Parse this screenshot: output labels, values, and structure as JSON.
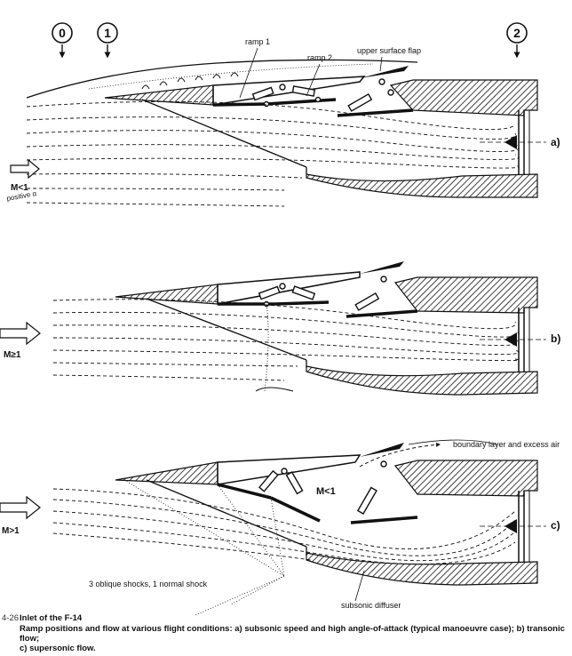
{
  "stations": [
    "0",
    "1",
    "2"
  ],
  "labels": {
    "ramp1": "ramp 1",
    "ramp2": "ramp 2",
    "upper_flap": "upper surface flap",
    "boundary_layer": "boundary layer and excess air",
    "mach_local": "M<1",
    "shocks": "3 oblique shocks, 1 normal shock",
    "diffuser": "subsonic diffuser"
  },
  "panels": [
    {
      "tag": "a)",
      "mach": "M<1",
      "aoa": "positive α"
    },
    {
      "tag": "b)",
      "mach": "M≥1"
    },
    {
      "tag": "c)",
      "mach": "M>1"
    }
  ],
  "caption": {
    "number": "4-26",
    "title": "Inlet of the F-14",
    "line1": "Ramp positions and flow at various flight conditions: a) subsonic speed and high angle-of-attack (typical manoeuvre case); b) transonic flow;",
    "line2": "c) supersonic flow."
  }
}
